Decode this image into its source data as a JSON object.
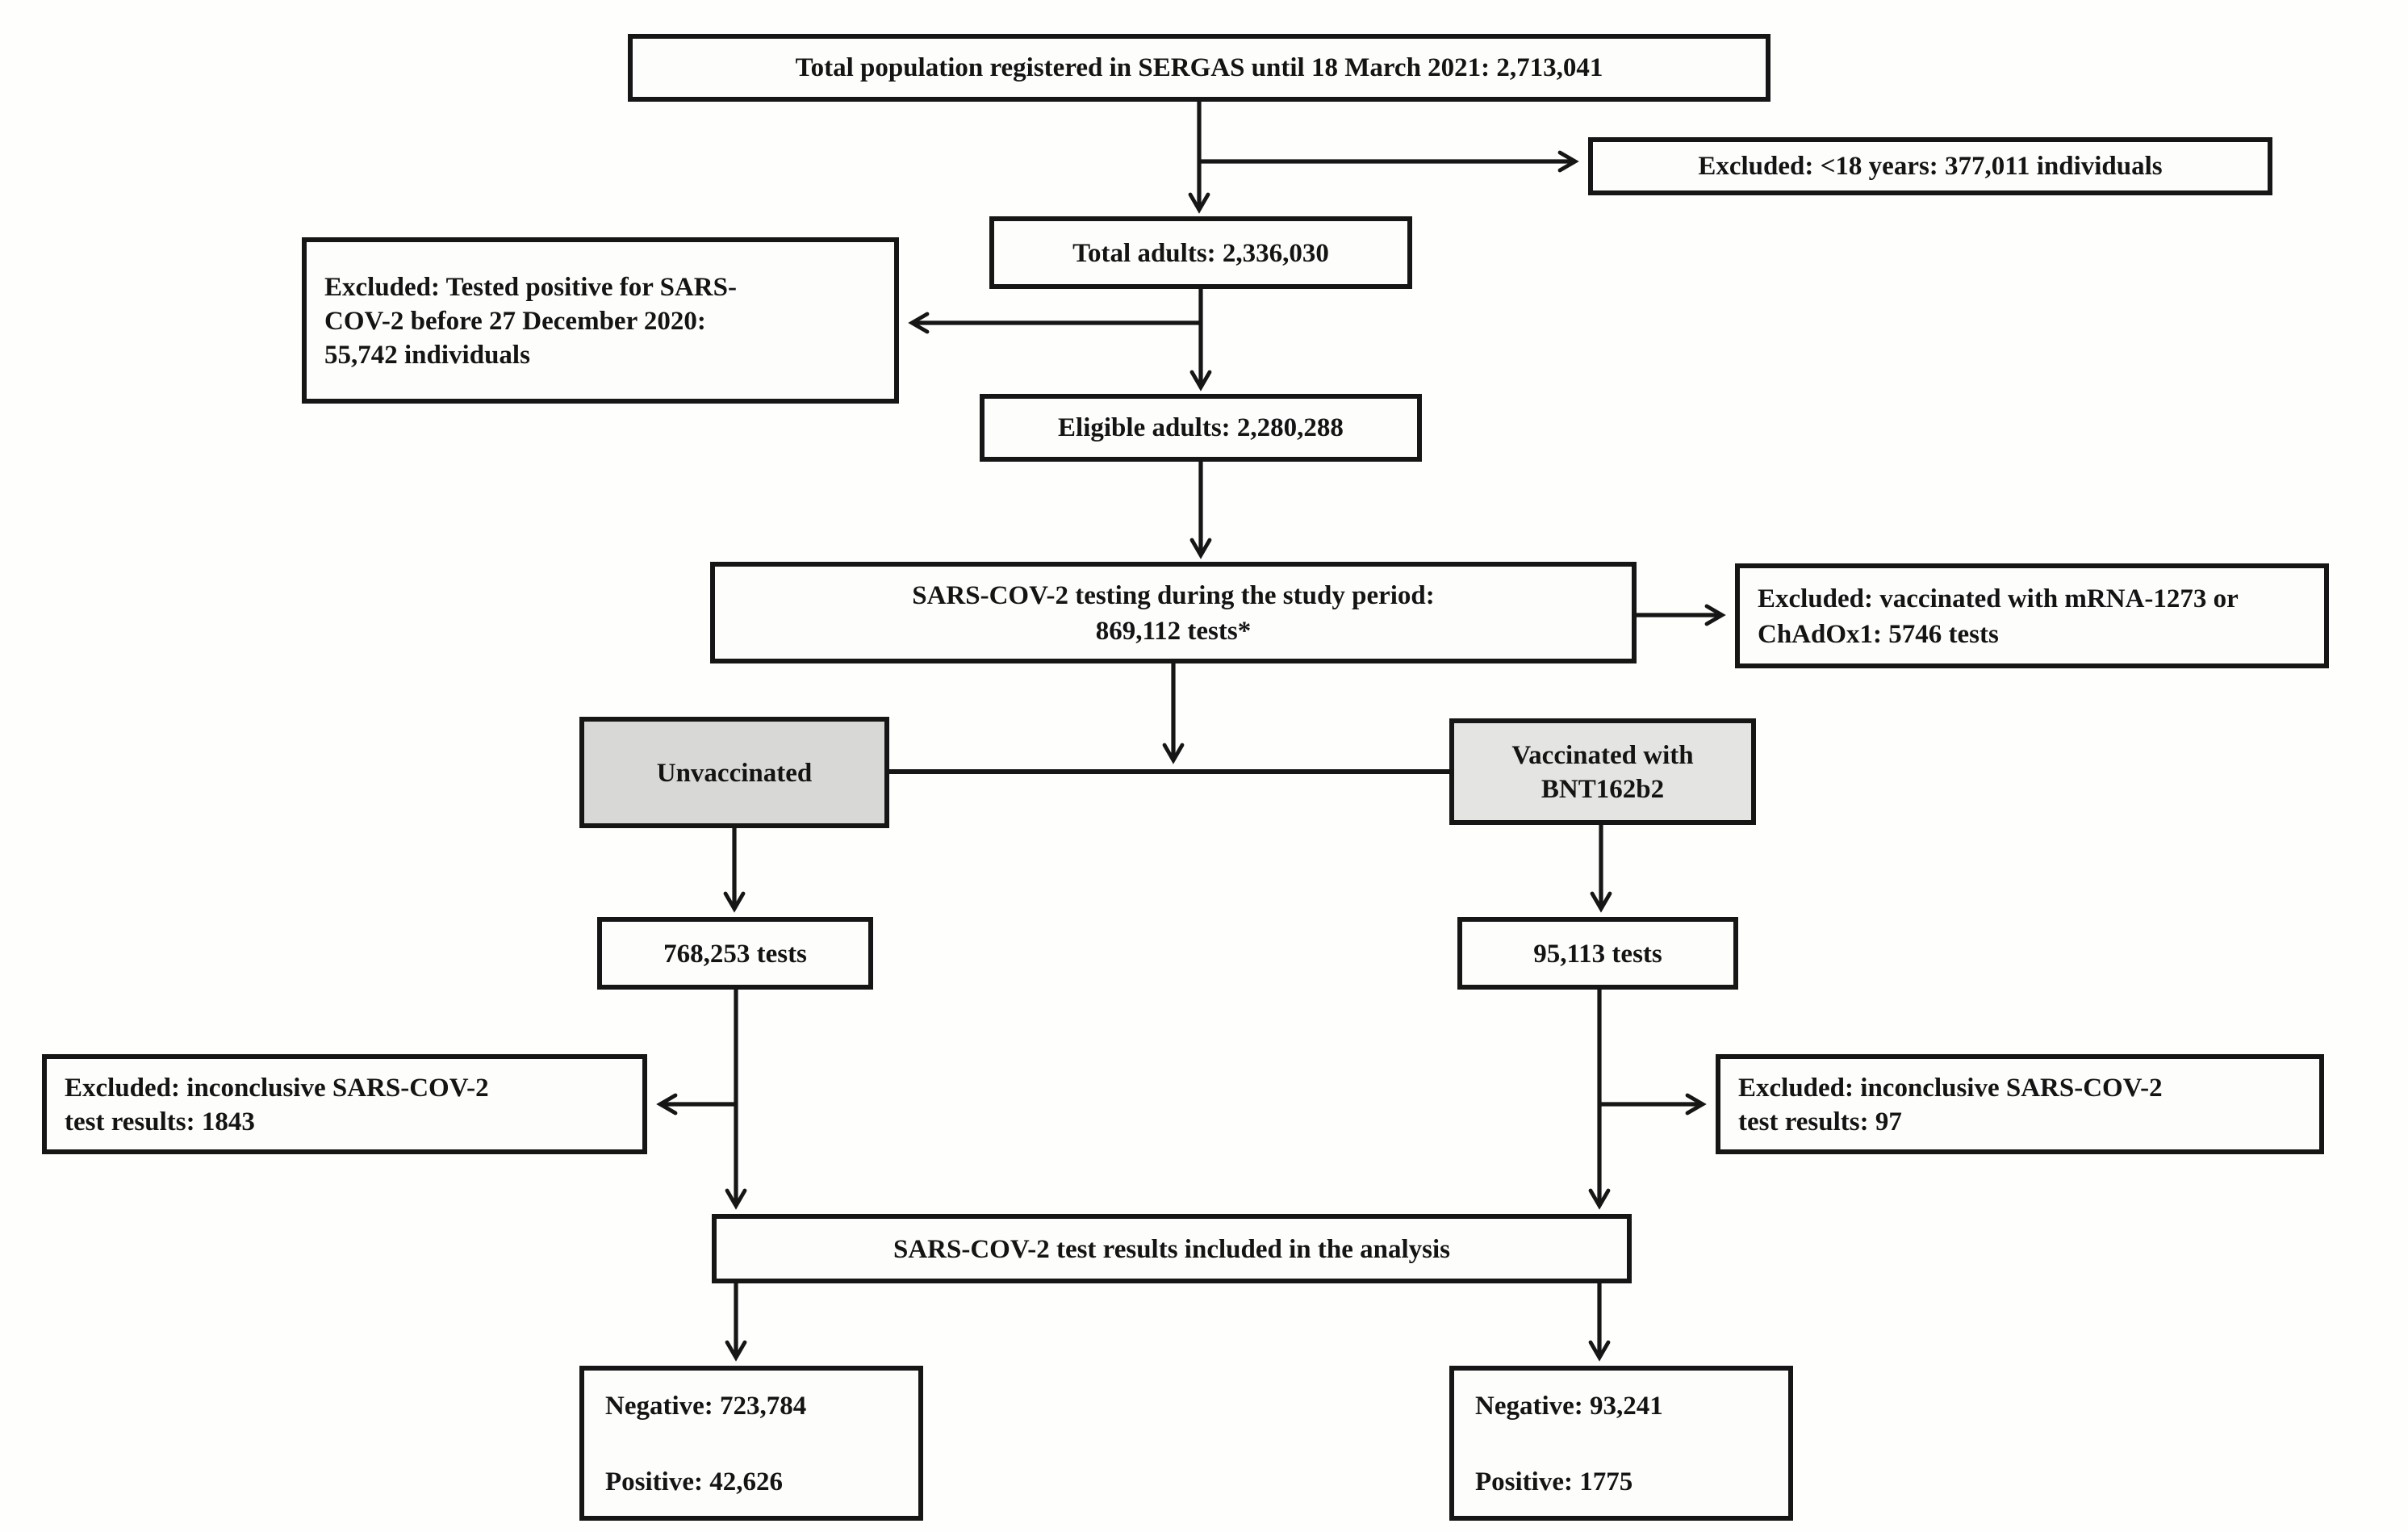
{
  "nodes": {
    "sergas": {
      "label": "Total population registered in SERGAS until 18 March 2021: 2,713,041"
    },
    "excluded_under18": {
      "label": "Excluded: <18 years: 377,011 individuals"
    },
    "total_adults": {
      "label": "Total adults: 2,336,030"
    },
    "excluded_prior_positive": {
      "label": "Excluded: Tested positive for SARS-\nCOV-2 before 27 December 2020:\n55,742 individuals"
    },
    "eligible_adults": {
      "label": "Eligible adults: 2,280,288"
    },
    "testing": {
      "label": "SARS-COV-2 testing during the study period:\n869,112 tests*"
    },
    "excluded_other_vaccines": {
      "label": "Excluded: vaccinated with mRNA-1273 or\nChAdOx1: 5746 tests"
    },
    "unvaccinated": {
      "label": "Unvaccinated"
    },
    "vaccinated": {
      "label": "Vaccinated with\nBNT162b2"
    },
    "tests_unvaccinated": {
      "label": "768,253 tests"
    },
    "tests_vaccinated": {
      "label": "95,113 tests"
    },
    "excluded_inconclusive_unvaccinated": {
      "label": "Excluded: inconclusive SARS-COV-2\ntest results: 1843"
    },
    "excluded_inconclusive_vaccinated": {
      "label": "Excluded: inconclusive SARS-COV-2\ntest results: 97"
    },
    "included": {
      "label": "SARS-COV-2 test results included in the analysis"
    },
    "results_unvaccinated": {
      "negative": "Negative: 723,784",
      "positive": "Positive: 42,626"
    },
    "results_vaccinated": {
      "negative": "Negative: 93,241",
      "positive": "Positive: 1775"
    }
  },
  "colors": {
    "line": "#161616",
    "border": "#161616",
    "box_fill": "#fdfdfc",
    "unvaccinated_fill": "#d8d8d6",
    "vaccinated_fill": "#e4e4e2",
    "background": "#ffffff"
  }
}
